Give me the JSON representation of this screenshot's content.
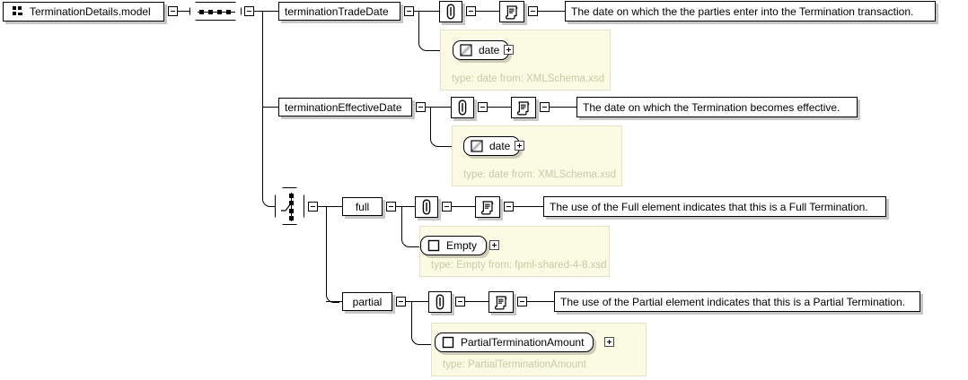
{
  "diagram": {
    "title": "TerminationDetails.model",
    "type": "xml-schema-diagram",
    "root": {
      "name": "TerminationDetails.model",
      "icon": "model-icon",
      "connector": {
        "kind": "sequence",
        "icon": "sequence-icon"
      }
    },
    "elements": [
      {
        "name": "terminationTradeDate",
        "attachment_icon": "attachment-icon",
        "documentation_icon": "documentation-icon",
        "documentation": "The date on which the the parties enter into the Termination transaction.",
        "type_node": {
          "label": "date",
          "icon": "simpletype-icon",
          "type_text": "type: date from: XMLSchema.xsd"
        }
      },
      {
        "name": "terminationEffectiveDate",
        "attachment_icon": "attachment-icon",
        "documentation_icon": "documentation-icon",
        "documentation": "The date on which the Termination becomes effective.",
        "type_node": {
          "label": "date",
          "icon": "simpletype-icon",
          "type_text": "type: date from: XMLSchema.xsd"
        }
      }
    ],
    "choice": {
      "icon": "choice-icon",
      "branches": [
        {
          "name": "full",
          "attachment_icon": "attachment-icon",
          "documentation_icon": "documentation-icon",
          "documentation": "The use of the Full element indicates that this is a Full Termination.",
          "type_node": {
            "label": "Empty",
            "icon": "complextype-icon",
            "type_text": "type: Empty from: fpml-shared-4-8.xsd"
          }
        },
        {
          "name": "partial",
          "attachment_icon": "attachment-icon",
          "documentation_icon": "documentation-icon",
          "documentation": "The use of the Partial element indicates that this is a Partial Termination.",
          "type_node": {
            "label": "PartialTerminationAmount",
            "icon": "complextype-icon",
            "type_text": "type: PartialTerminationAmount"
          }
        }
      ]
    },
    "toggles": {
      "minus": "collapse-toggle",
      "plus": "expand-toggle"
    },
    "colors": {
      "background": "#ffffff",
      "line": "#000000",
      "type_panel_fill": "#fbfbe3",
      "type_panel_border": "#e3e3c8",
      "type_text": "#c9c9a8",
      "shadow": "rgba(0,0,0,0.22)"
    }
  }
}
